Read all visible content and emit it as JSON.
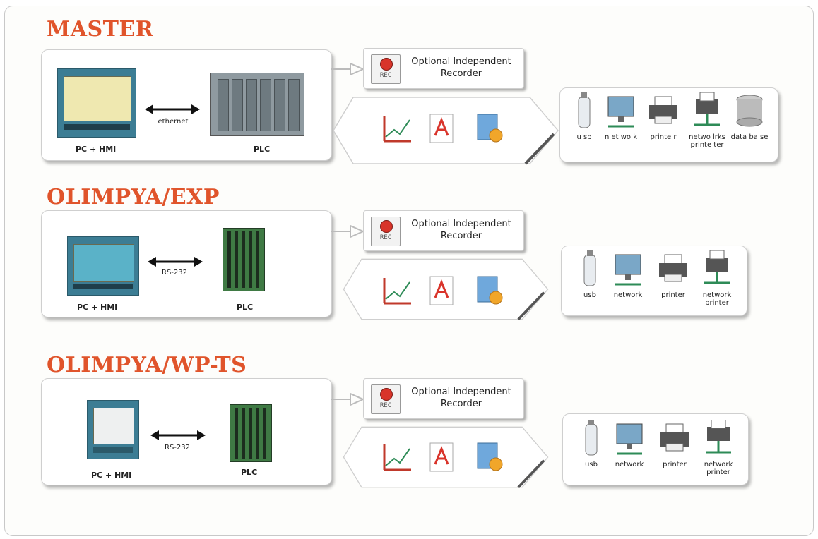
{
  "sections": [
    {
      "title": "MASTER",
      "hmi_label": "PC + HMI",
      "link_label": "ethernet",
      "plc_label": "PLC",
      "recorder_label_1": "Optional Independent",
      "recorder_label_2": "Recorder",
      "rec_text": "REC",
      "devices": [
        "u sb",
        "n et wo k",
        "printe r",
        "netwo lrks printe ter",
        "data ba se"
      ]
    },
    {
      "title": "OLIMPYA/EXP",
      "hmi_label": "PC + HMI",
      "link_label": "RS-232",
      "plc_label": "PLC",
      "recorder_label_1": "Optional Independent",
      "recorder_label_2": "Recorder",
      "rec_text": "REC",
      "devices": [
        "usb",
        "network",
        "printer",
        "network printer"
      ]
    },
    {
      "title": "OLIMPYA/WP-TS",
      "hmi_label": "PC + HMI",
      "link_label": "RS-232",
      "plc_label": "PLC",
      "recorder_label_1": "Optional Independent",
      "recorder_label_2": "Recorder",
      "rec_text": "REC",
      "devices": [
        "usb",
        "network",
        "printer",
        "network printer"
      ]
    }
  ],
  "colors": {
    "title": "#e0542b",
    "hmi_frame": "#3c7d94",
    "rec_dot": "#d8342a",
    "pdf": "#d9342b"
  },
  "icons": [
    "rec-icon",
    "chart-icon",
    "pdf-icon",
    "report-icon",
    "usb-icon",
    "network-icon",
    "printer-icon",
    "network-printer-icon",
    "database-icon"
  ]
}
